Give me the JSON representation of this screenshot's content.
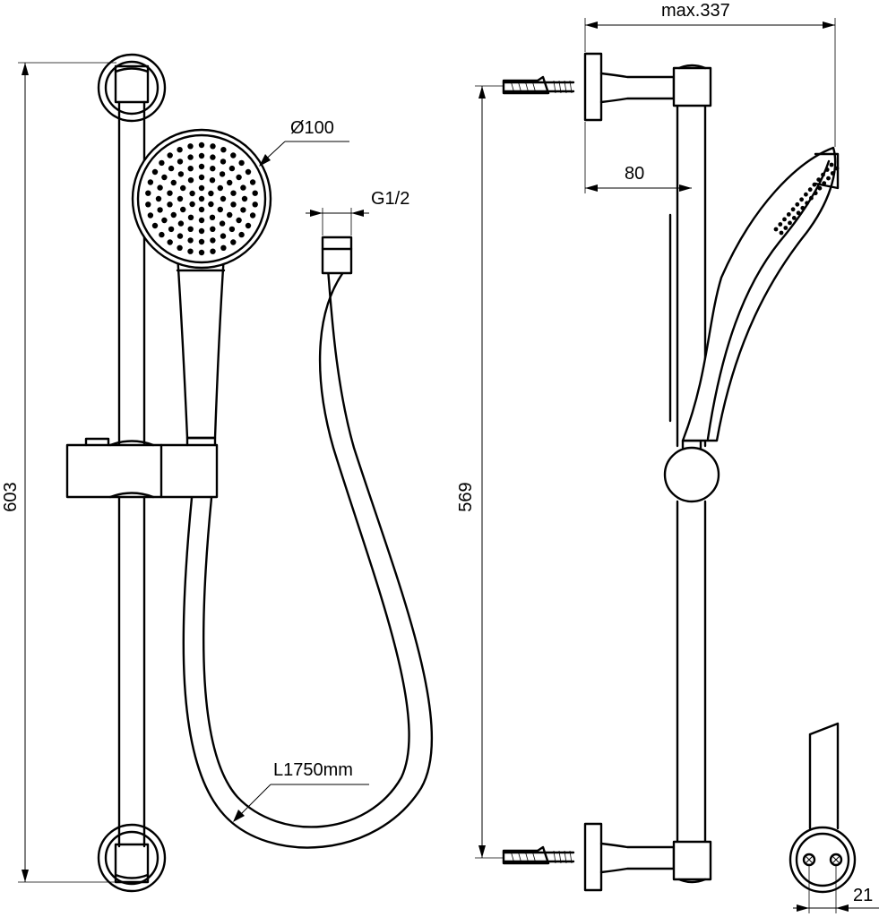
{
  "dimensions": {
    "total_height": "603",
    "mount_spacing": "569",
    "max_projection": "max.337",
    "bracket_projection": "80",
    "head_diameter": "Ø100",
    "thread": "G1/2",
    "hose_length": "L1750mm",
    "section_width": "21"
  },
  "colors": {
    "ink": "#000000",
    "paper": "#ffffff"
  }
}
